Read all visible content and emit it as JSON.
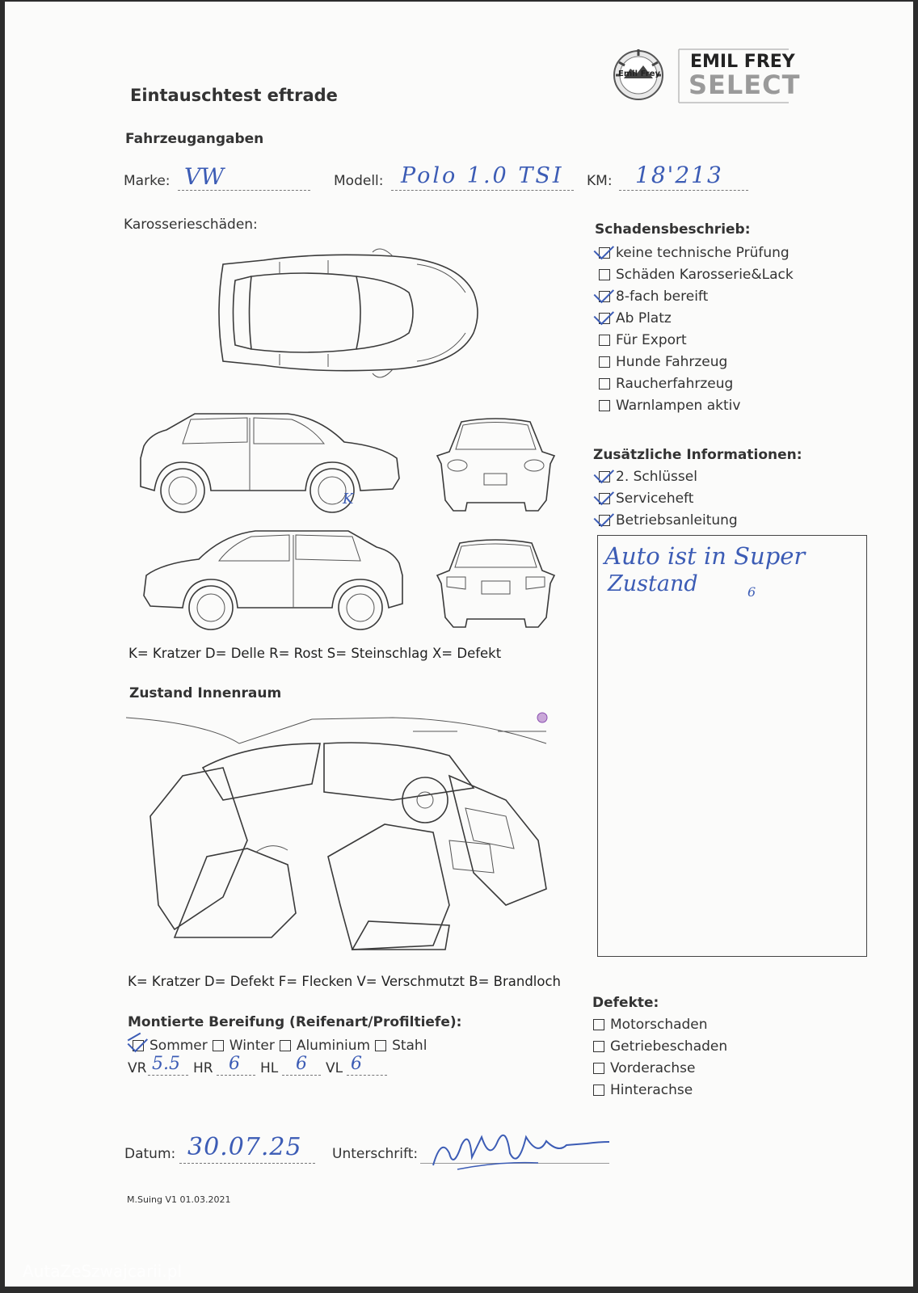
{
  "header": {
    "title": "Eintauschtest eftrade",
    "logo_seal_text": "Emil Frey",
    "logo_line1": "EMIL FREY",
    "logo_line2": "SELECT"
  },
  "vehicle": {
    "section_title": "Fahrzeugangaben",
    "make_label": "Marke:",
    "make_value": "VW",
    "model_label": "Modell:",
    "model_value": "Polo 1.0 TSI",
    "km_label": "KM:",
    "km_value": "18'213"
  },
  "body_damage": {
    "title": "Karosserieschäden:",
    "mark": "K",
    "legend": "K= Kratzer D= Delle R= Rost S= Steinschlag X= Defekt"
  },
  "damage_description": {
    "title": "Schadensbeschrieb:",
    "items": [
      {
        "label": "keine technische Prüfung",
        "checked": true
      },
      {
        "label": "Schäden Karosserie&Lack",
        "checked": false
      },
      {
        "label": "8-fach bereift",
        "checked": true
      },
      {
        "label": "Ab Platz",
        "checked": true
      },
      {
        "label": "Für Export",
        "checked": false
      },
      {
        "label": "Hunde Fahrzeug",
        "checked": false
      },
      {
        "label": "Raucherfahrzeug",
        "checked": false
      },
      {
        "label": "Warnlampen aktiv",
        "checked": false
      }
    ]
  },
  "additional_info": {
    "title": "Zusätzliche Informationen:",
    "items": [
      {
        "label": "2. Schlüssel",
        "checked": true
      },
      {
        "label": "Serviceheft",
        "checked": true
      },
      {
        "label": "Betriebsanleitung",
        "checked": true
      }
    ],
    "notes_line1": "Auto ist in Super",
    "notes_line2": "Zustand",
    "notes_mark": "6"
  },
  "interior": {
    "title": "Zustand Innenraum",
    "legend": "K= Kratzer D= Defekt F= Flecken V= Verschmutzt B= Brandloch"
  },
  "tires": {
    "title": "Montierte Bereifung (Reifenart/Profiltiefe):",
    "options": [
      {
        "label": "Sommer",
        "checked": true
      },
      {
        "label": "Winter",
        "checked": false
      },
      {
        "label": "Aluminium",
        "checked": false
      },
      {
        "label": "Stahl",
        "checked": false
      }
    ],
    "vr_label": "VR",
    "vr_value": "5.5",
    "hr_label": "HR",
    "hr_value": "6",
    "hl_label": "HL",
    "hl_value": "6",
    "vl_label": "VL",
    "vl_value": "6"
  },
  "defects": {
    "title": "Defekte:",
    "items": [
      {
        "label": "Motorschaden",
        "checked": false
      },
      {
        "label": "Getriebeschaden",
        "checked": false
      },
      {
        "label": "Vorderachse",
        "checked": false
      },
      {
        "label": "Hinterachse",
        "checked": false
      }
    ]
  },
  "footer": {
    "date_label": "Datum:",
    "date_value": "30.07.25",
    "signature_label": "Unterschrift:",
    "version": "M.Suing V1 01.03.2021",
    "watermark": "AutaZeSzwajcarii.pl"
  }
}
